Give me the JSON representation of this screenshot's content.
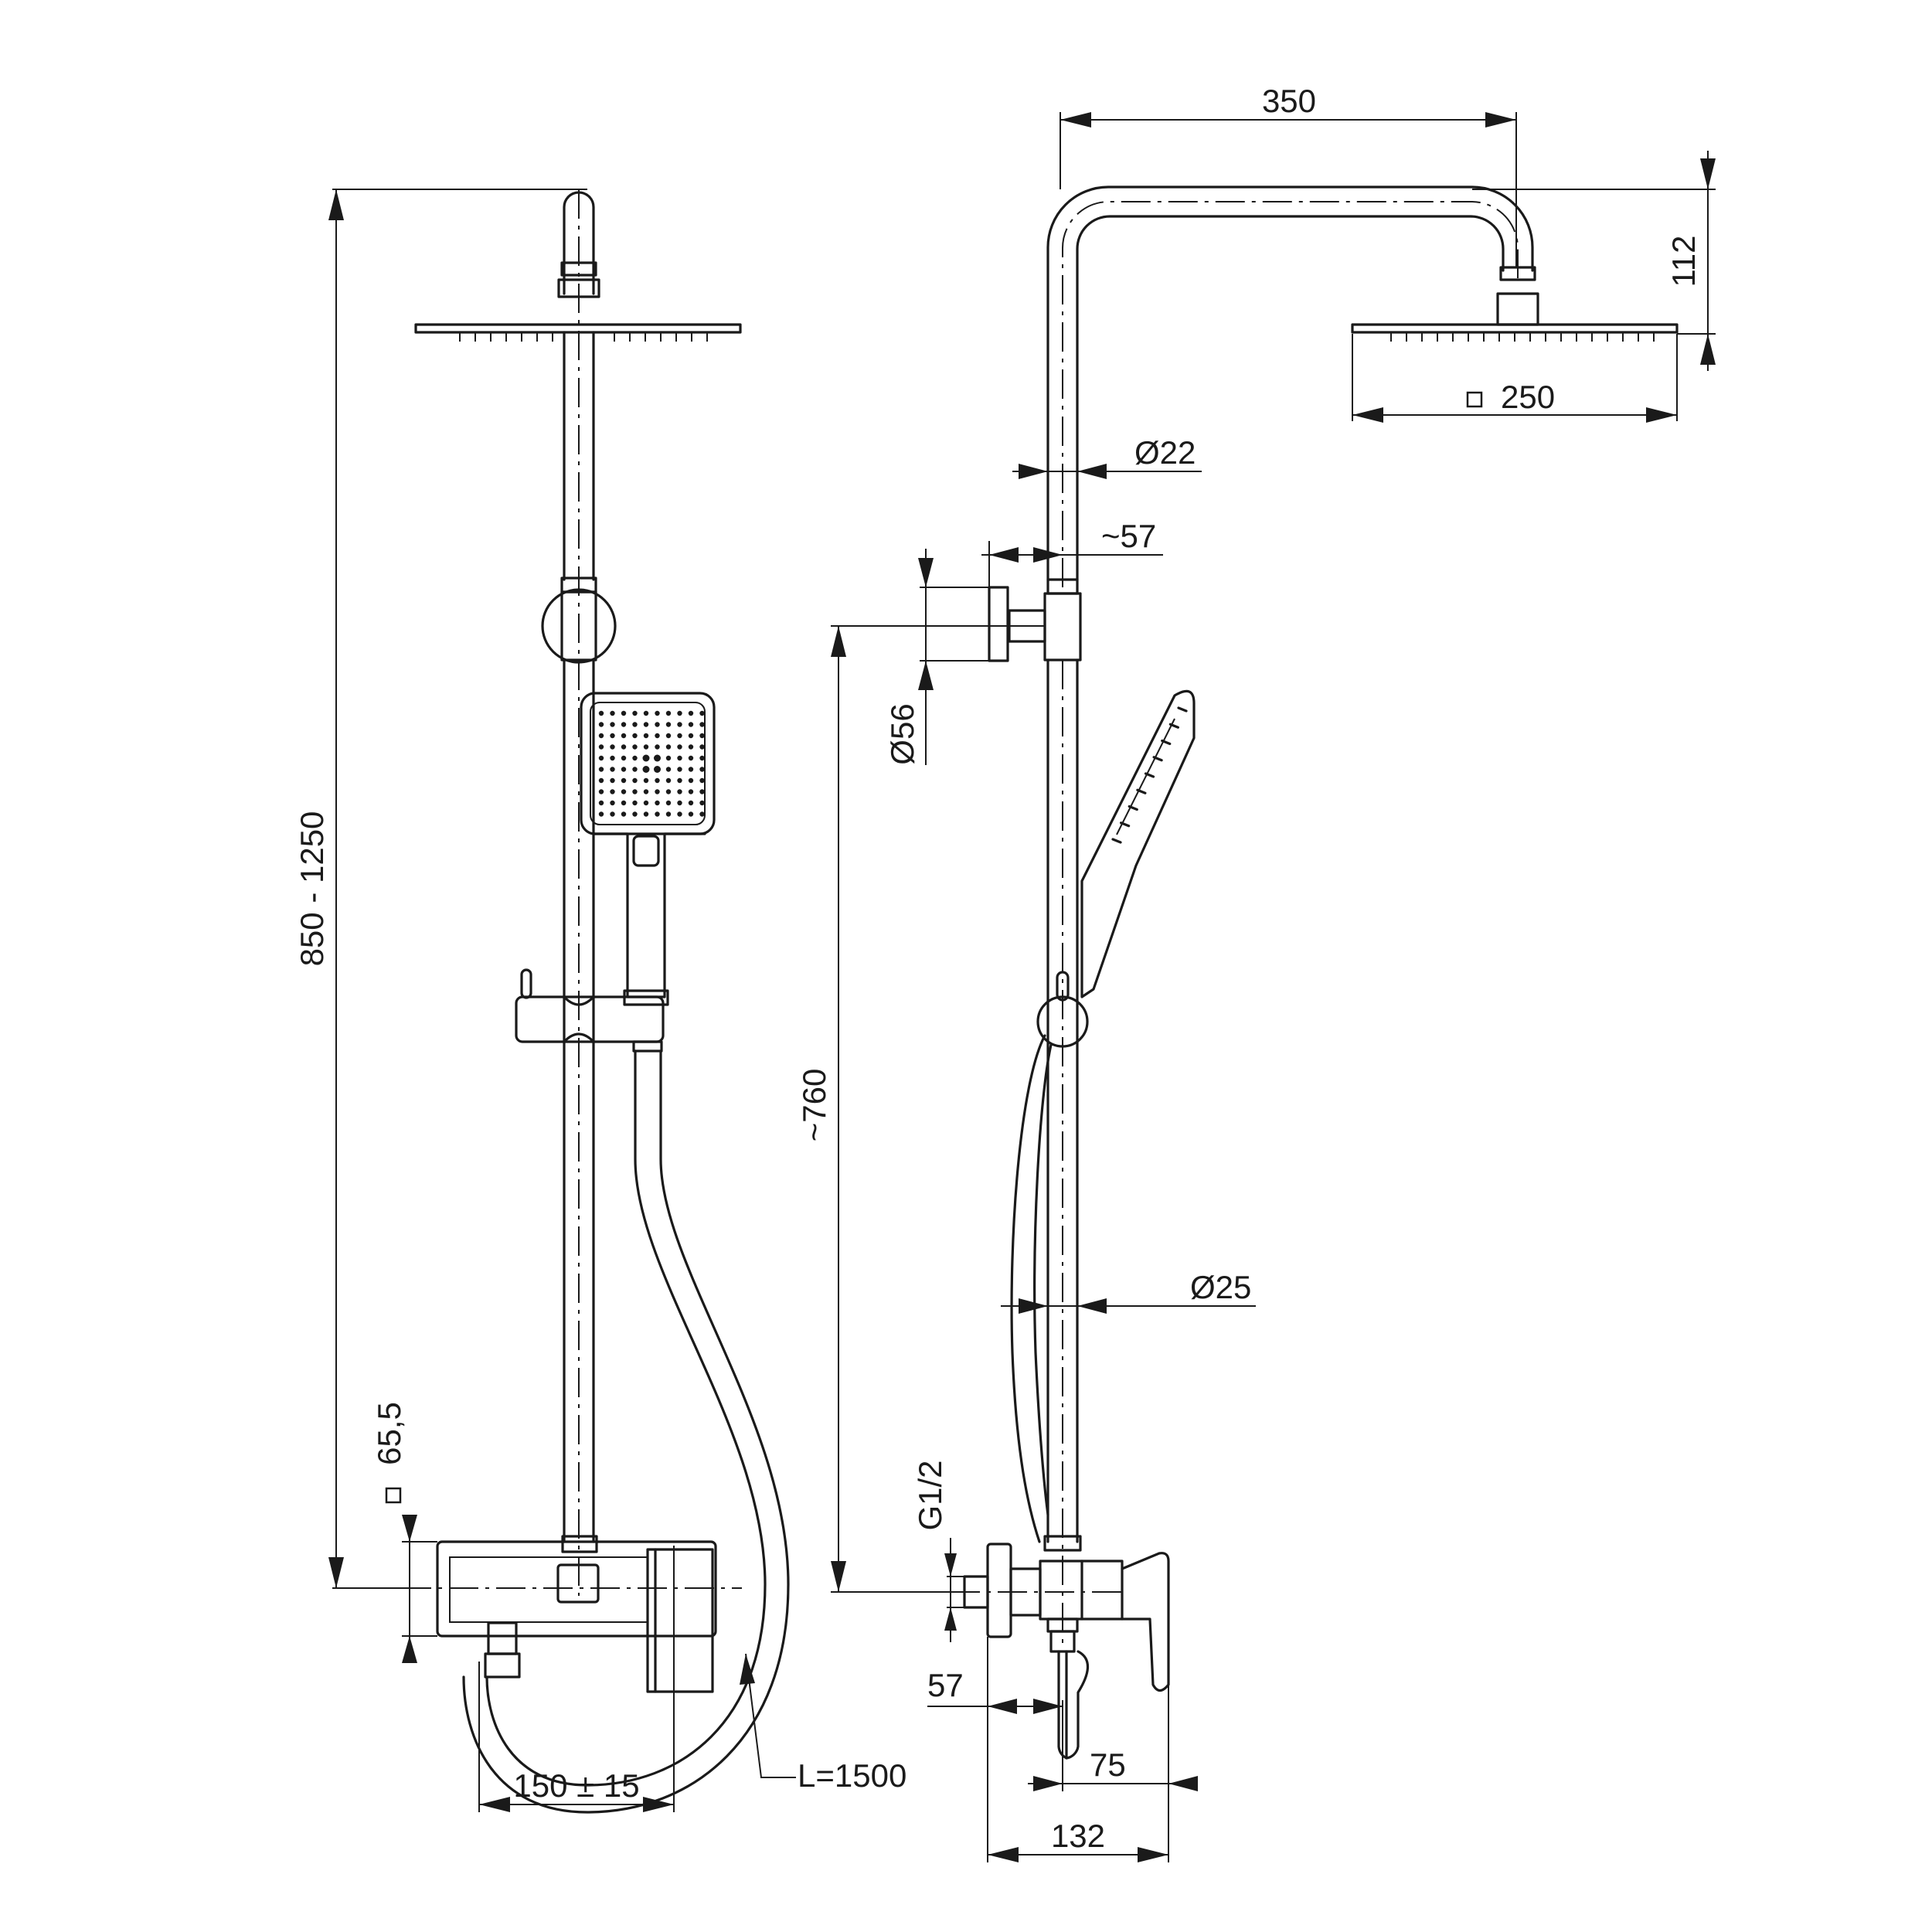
{
  "dimensions": {
    "top_width": "350",
    "head_height": "112",
    "head_square": "250",
    "pipe_dia_top": "Ø22",
    "arm_offset": "~57",
    "bracket_dia": "Ø56",
    "height_range": "850 - 1250",
    "slide_height": "~760",
    "pipe_dia_bottom": "Ø25",
    "mixer_square": "65,5",
    "inlet_thread": "G1/2",
    "inlet_depth": "57",
    "spout_offset": "75",
    "mixer_depth": "132",
    "centres": "150 ± 15",
    "hose_length": "L=1500"
  },
  "icons": {
    "square_symbol": "square-symbol-icon"
  }
}
